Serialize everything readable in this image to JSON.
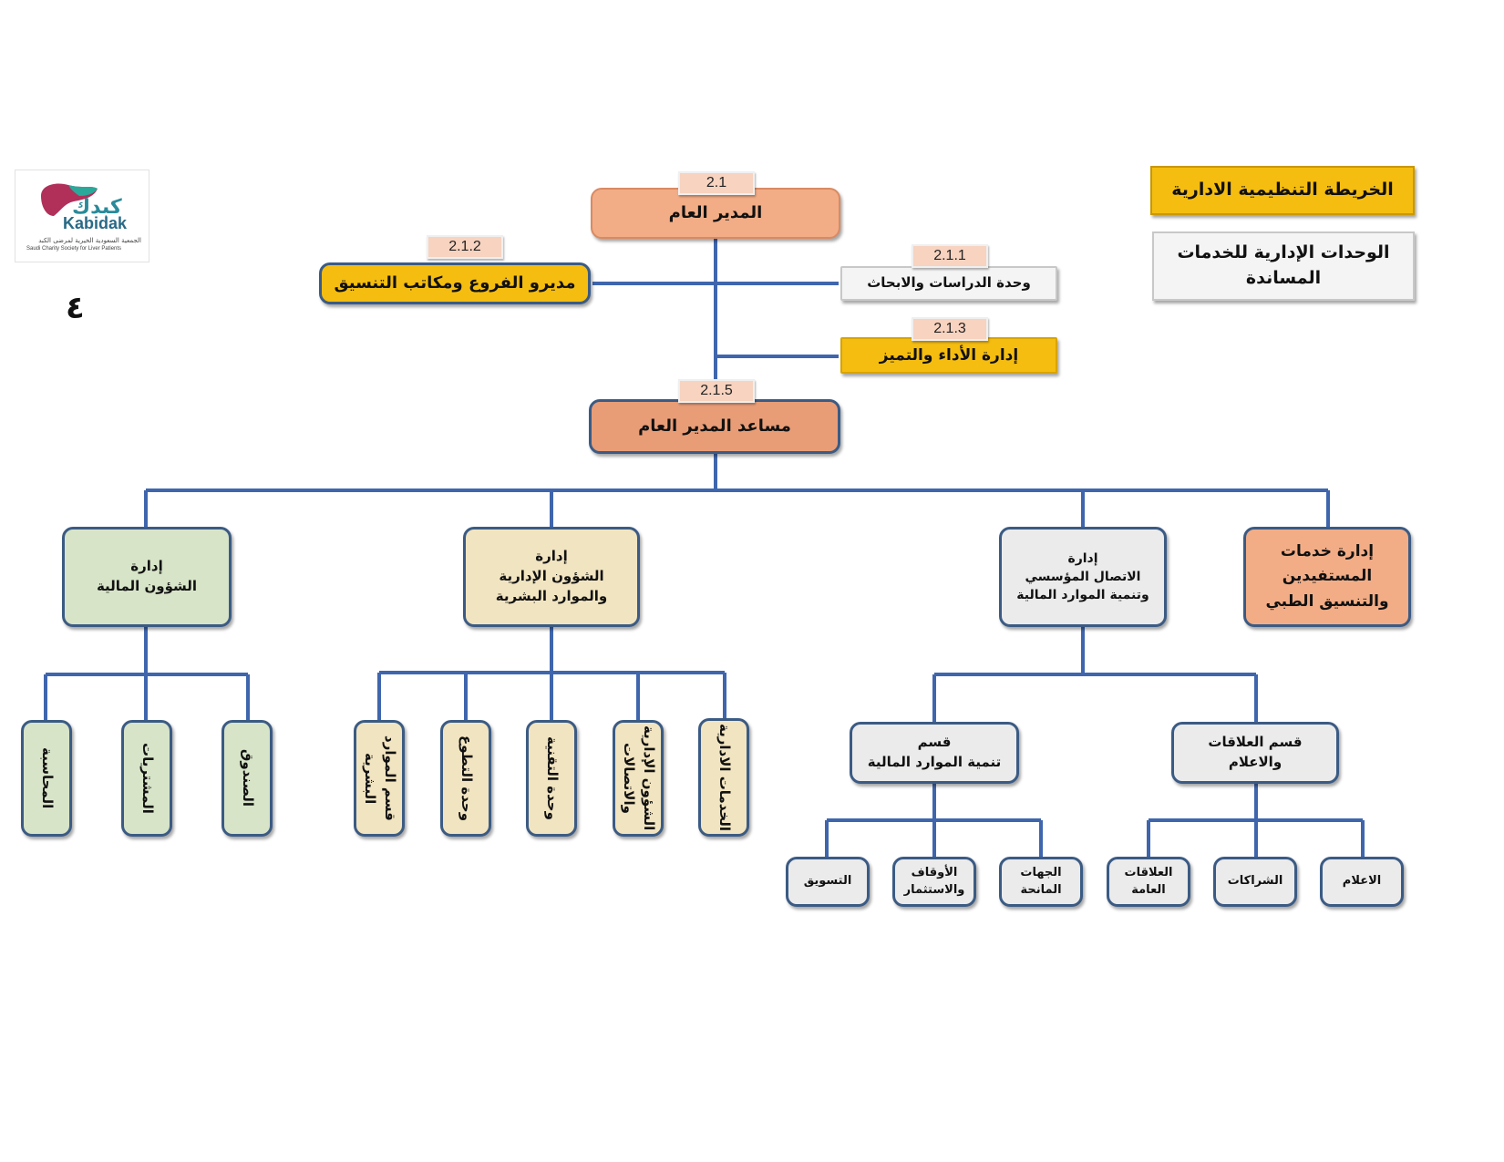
{
  "logo": {
    "arabic_name": "كبدك",
    "latin_name": "Kabidak",
    "arabic_tagline": "الجمعية السعودية الخيرية لمرضى الكبد",
    "english_tagline": "Saudi Charity Society for Liver Patients"
  },
  "page_number": "٤",
  "legend": {
    "title": "الخريطة التنظيمية الادارية",
    "subtitle": "الوحدات الإدارية للخدمات\nالمساندة"
  },
  "nodes": {
    "gm": {
      "code": "2.1",
      "label": "المدير العام"
    },
    "branches": {
      "code": "2.1.2",
      "label": "مديرو الفروع ومكاتب التنسيق"
    },
    "studies": {
      "code": "2.1.1",
      "label": "وحدة الدراسات والابحاث"
    },
    "performance": {
      "code": "2.1.3",
      "label": "إدارة الأداء والتميز"
    },
    "assistant": {
      "code": "2.1.5",
      "label": "مساعد المدير العام"
    },
    "dept_finance": {
      "label": "إدارة\nالشؤون المالية"
    },
    "dept_hr": {
      "label": "إدارة\nالشؤون الإدارية\nوالموارد البشرية"
    },
    "dept_comm": {
      "label": "إدارة\nالاتصال المؤسسي\nوتنمية الموارد المالية"
    },
    "dept_beneficiaries": {
      "label": "إدارة خدمات\nالمستفيدين\nوالتنسيق الطبي"
    },
    "fin_accounting": {
      "label": "المحاسبة"
    },
    "fin_purchases": {
      "label": "المشتريات"
    },
    "fin_fund": {
      "label": "الصندوق"
    },
    "hr_hr_section": {
      "label": "قسم الموارد\nالبشرية"
    },
    "hr_volunteer": {
      "label": "وحدة التطوع"
    },
    "hr_tech": {
      "label": "وحدة التقنية"
    },
    "hr_admin_comm": {
      "label": "الشؤون الإدارية\nوالاتصالات"
    },
    "hr_admin_services": {
      "label": "الخدمات الادارية"
    },
    "sec_fin_dev": {
      "label": "قسم\nتنمية الموارد المالية"
    },
    "sec_relations": {
      "label": "قسم العلاقات\nوالاعلام"
    },
    "leaf_marketing": {
      "label": "التسويق"
    },
    "leaf_awqaf": {
      "label": "الأوقاف\nوالاستثمار"
    },
    "leaf_donors": {
      "label": "الجهات\nالمانحة"
    },
    "leaf_public_rel": {
      "label": "العلاقات\nالعامة"
    },
    "leaf_partnerships": {
      "label": "الشراكات"
    },
    "leaf_media": {
      "label": "الاعلام"
    }
  },
  "colors": {
    "connector": "#3f66ad",
    "peach": "#f2ad86",
    "gold": "#f5bd10",
    "grey": "#ebebeb",
    "green": "#d7e4c8",
    "beige": "#f1e4c0"
  }
}
